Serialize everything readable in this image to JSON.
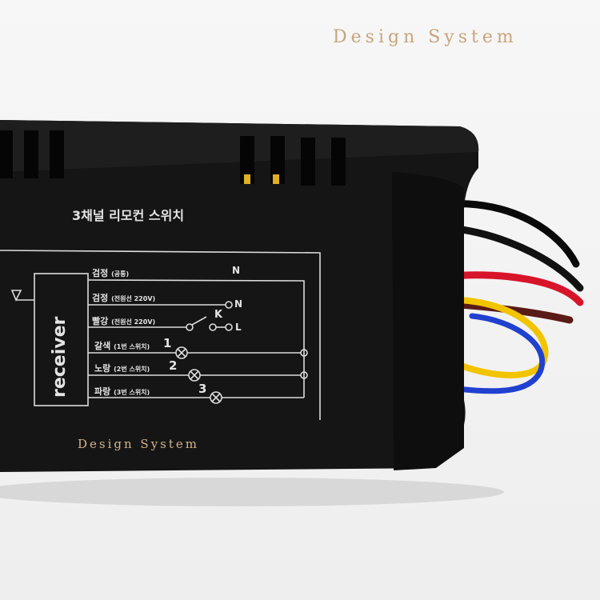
{
  "watermark": "Design System",
  "product": {
    "title": "3채널 리모컨 스위치",
    "module_label": "receiver",
    "wires": [
      {
        "label": "검정",
        "note": "(공통)",
        "terminal": "N"
      },
      {
        "label": "검정",
        "note": "(전원선 220V)",
        "terminal": "N"
      },
      {
        "label": "빨강",
        "note": "(전원선 220V)",
        "terminal": "L",
        "switch": "K"
      },
      {
        "label": "갈색",
        "note": "(1번 스위치)",
        "terminal": "1"
      },
      {
        "label": "노랑",
        "note": "(2번 스위치)",
        "terminal": "2"
      },
      {
        "label": "파랑",
        "note": "(3번 스위치)",
        "terminal": "3"
      }
    ]
  },
  "colors": {
    "body": "#151515",
    "print": "#e0e0e0",
    "watermark": "#c8a47c",
    "wire_red": "#d8142a",
    "wire_yellow": "#f2c400",
    "wire_blue": "#2040d0",
    "wire_brown": "#5a1a16",
    "wire_black": "#0a0a0a"
  }
}
